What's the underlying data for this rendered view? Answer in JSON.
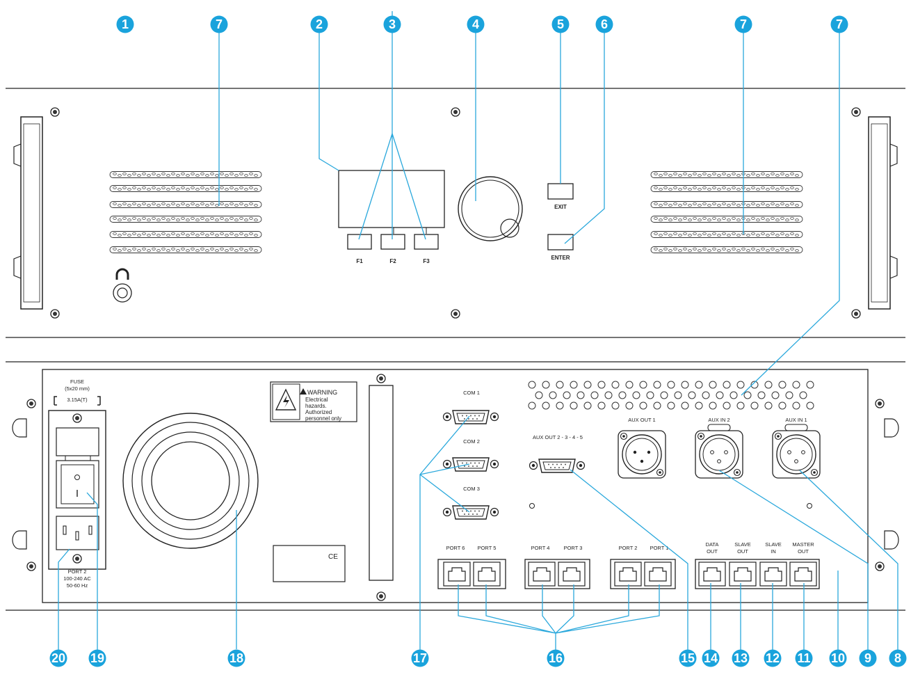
{
  "callouts": {
    "n1": "1",
    "n2": "2",
    "n3": "3",
    "n4": "4",
    "n5": "5",
    "n6": "6",
    "n7": "7",
    "n8": "8",
    "n9": "9",
    "n10": "10",
    "n11": "11",
    "n12": "12",
    "n13": "13",
    "n14": "14",
    "n15": "15",
    "n16": "16",
    "n17": "17",
    "n18": "18",
    "n19": "19",
    "n20": "20"
  },
  "front_panel": {
    "f1": "F1",
    "f2": "F2",
    "f3": "F3",
    "exit": "EXIT",
    "enter": "ENTER"
  },
  "rear_panel": {
    "fuse_line1": "FUSE",
    "fuse_line2": "(5x20 mm)",
    "fuse_rating": "3.15A(T)",
    "power_line1": "PORT 2",
    "power_line2": "100-240 AC",
    "power_line3": "50-60 Hz",
    "warning_title": "WARNING",
    "warning_line1": "Electrical",
    "warning_line2": "hazards.",
    "warning_line3": "Authorized",
    "warning_line4": "personnel only",
    "ce": "CE",
    "com1": "COM 1",
    "com2": "COM 2",
    "com3": "COM 3",
    "aux_out_multi": "AUX OUT 2 - 3 - 4 - 5",
    "aux_out1": "AUX OUT 1",
    "aux_in2": "AUX IN 2",
    "aux_in1": "AUX IN 1",
    "port6": "PORT 6",
    "port5": "PORT 5",
    "port4": "PORT 4",
    "port3": "PORT 3",
    "port2": "PORT 2",
    "port1": "PORT 1",
    "data_out_1": "DATA",
    "data_out_2": "OUT",
    "slave_out_1": "SLAVE",
    "slave_out_2": "OUT",
    "slave_in_1": "SLAVE",
    "slave_in_2": "IN",
    "master_out_1": "MASTER",
    "master_out_2": "OUT"
  },
  "colors": {
    "callout": "#1aa3dc",
    "leader": "#2aa8dc",
    "outline": "#222222"
  }
}
